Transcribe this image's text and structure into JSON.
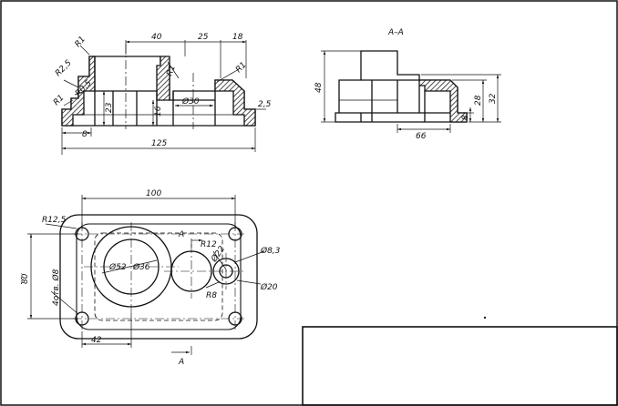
{
  "front_view": {
    "dims": {
      "w40": "40",
      "w25": "25",
      "w18": "18",
      "r1_a": "R1",
      "r1_b": "R1",
      "r1_c": "R1",
      "r1_d": "R1",
      "r2_5": "R2,5",
      "r0_5": "R0,5",
      "h23": "23",
      "h16": "16",
      "d30": "Ø30",
      "t2_5": "2,5",
      "w8": "8",
      "w125": "125"
    }
  },
  "section_view": {
    "label": "A–A",
    "dims": {
      "h48": "48",
      "h28": "28",
      "h32": "32",
      "h8": "8",
      "w66": "66"
    }
  },
  "top_view": {
    "dims": {
      "w100": "100",
      "r12_5": "R12,5",
      "cut_a": "A",
      "r12": "R12",
      "d22": "Ø22",
      "d8_3": "Ø8,3",
      "d52": "Ø52",
      "d36": "Ø36",
      "d20": "Ø20",
      "r8": "R8",
      "holes": "4отв. Ø8",
      "h80": "80",
      "w42": "42",
      "cut_a_bottom": "A"
    }
  }
}
